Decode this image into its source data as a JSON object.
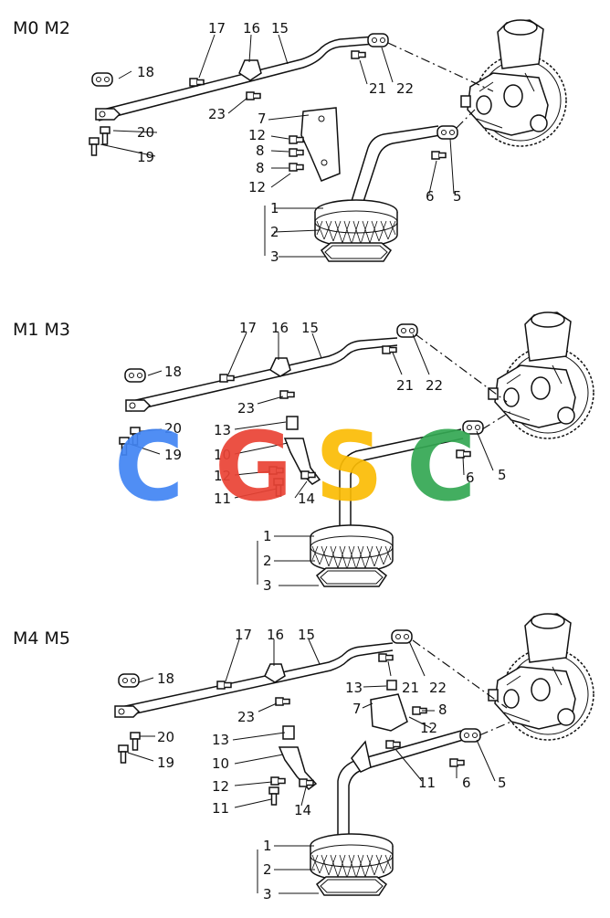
{
  "panels": [
    {
      "id": "m0m2",
      "heading": "M0 M2",
      "labels": {
        "p1": "1",
        "p2": "2",
        "p3": "3",
        "p5": "5",
        "p6": "6",
        "p7": "7",
        "p8a": "8",
        "p8b": "8",
        "p12a": "12",
        "p12b": "12",
        "p15": "15",
        "p16": "16",
        "p17": "17",
        "p18": "18",
        "p19": "19",
        "p20": "20",
        "p21": "21",
        "p22": "22",
        "p23": "23"
      }
    },
    {
      "id": "m1m3",
      "heading": "M1 M3",
      "labels": {
        "p1": "1",
        "p2": "2",
        "p3": "3",
        "p5": "5",
        "p6": "6",
        "p10": "10",
        "p11": "11",
        "p12": "12",
        "p13": "13",
        "p14": "14",
        "p15": "15",
        "p16": "16",
        "p17": "17",
        "p18": "18",
        "p19": "19",
        "p20": "20",
        "p21": "21",
        "p22": "22",
        "p23": "23"
      }
    },
    {
      "id": "m4m5",
      "heading": "M4 M5",
      "labels": {
        "p1": "1",
        "p2": "2",
        "p3": "3",
        "p5": "5",
        "p6": "6",
        "p7": "7",
        "p8": "8",
        "p10": "10",
        "p11a": "11",
        "p11b": "11",
        "p12a": "12",
        "p12b": "12",
        "p13a": "13",
        "p13b": "13",
        "p14": "14",
        "p15": "15",
        "p16": "16",
        "p17": "17",
        "p18": "18",
        "p19": "19",
        "p20": "20",
        "p21": "21",
        "p22": "22",
        "p23": "23"
      }
    }
  ],
  "watermark": {
    "letters": [
      "C",
      "G",
      "S",
      "C"
    ],
    "colors": [
      "#4285f4",
      "#ea4335",
      "#fbbc05",
      "#34a853"
    ]
  }
}
